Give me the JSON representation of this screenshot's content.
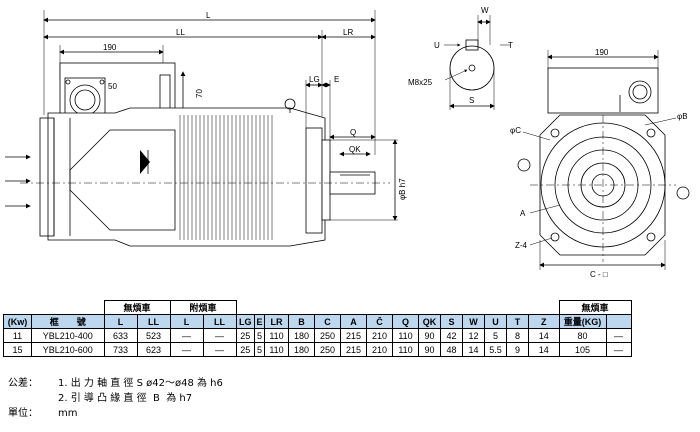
{
  "dimension_labels": {
    "L": "L",
    "LL": "LL",
    "LR": "LR",
    "W": "W",
    "U": "U",
    "T": "T",
    "S": "S",
    "M": "M8x25",
    "side_190": "190",
    "top_190": "190",
    "dim_50": "50",
    "dim_70": "70",
    "LG": "LG",
    "E": "E",
    "Q": "Q",
    "QK": "QK",
    "phiB_h7": "φB h7",
    "phiC": "φC",
    "phiB": "φB",
    "A": "A",
    "Z4": "Z-4",
    "Cbox": "C - □"
  },
  "table": {
    "group_headers": [
      "無煩車",
      "附煩車",
      "無煩車"
    ],
    "columns": [
      "(Kw)",
      "框　　號",
      "L",
      "LL",
      "L",
      "LL",
      "LG",
      "E",
      "LR",
      "B",
      "C",
      "A",
      "C̄",
      "Q",
      "QK",
      "S",
      "W",
      "U",
      "T",
      "Z",
      "重量(KG)",
      ""
    ],
    "rows": [
      [
        "11",
        "YBL210-400",
        "633",
        "523",
        "—",
        "—",
        "25",
        "5",
        "110",
        "180",
        "250",
        "215",
        "210",
        "110",
        "90",
        "42",
        "12",
        "5",
        "8",
        "14",
        "80",
        "—"
      ],
      [
        "15",
        "YBL210-600",
        "733",
        "623",
        "—",
        "—",
        "25",
        "5",
        "110",
        "180",
        "250",
        "215",
        "210",
        "110",
        "90",
        "48",
        "14",
        "5.5",
        "9",
        "14",
        "105",
        "—"
      ]
    ]
  },
  "notes": {
    "tolerance_label": "公差：",
    "tolerance_1": "1. 出 力 軸 直 徑 S ø42～ø48 為 h6",
    "tolerance_2": "2. 引 導 凸 緣 直 徑  B  為 h7",
    "unit_label": "單位：",
    "unit_value": "mm"
  }
}
